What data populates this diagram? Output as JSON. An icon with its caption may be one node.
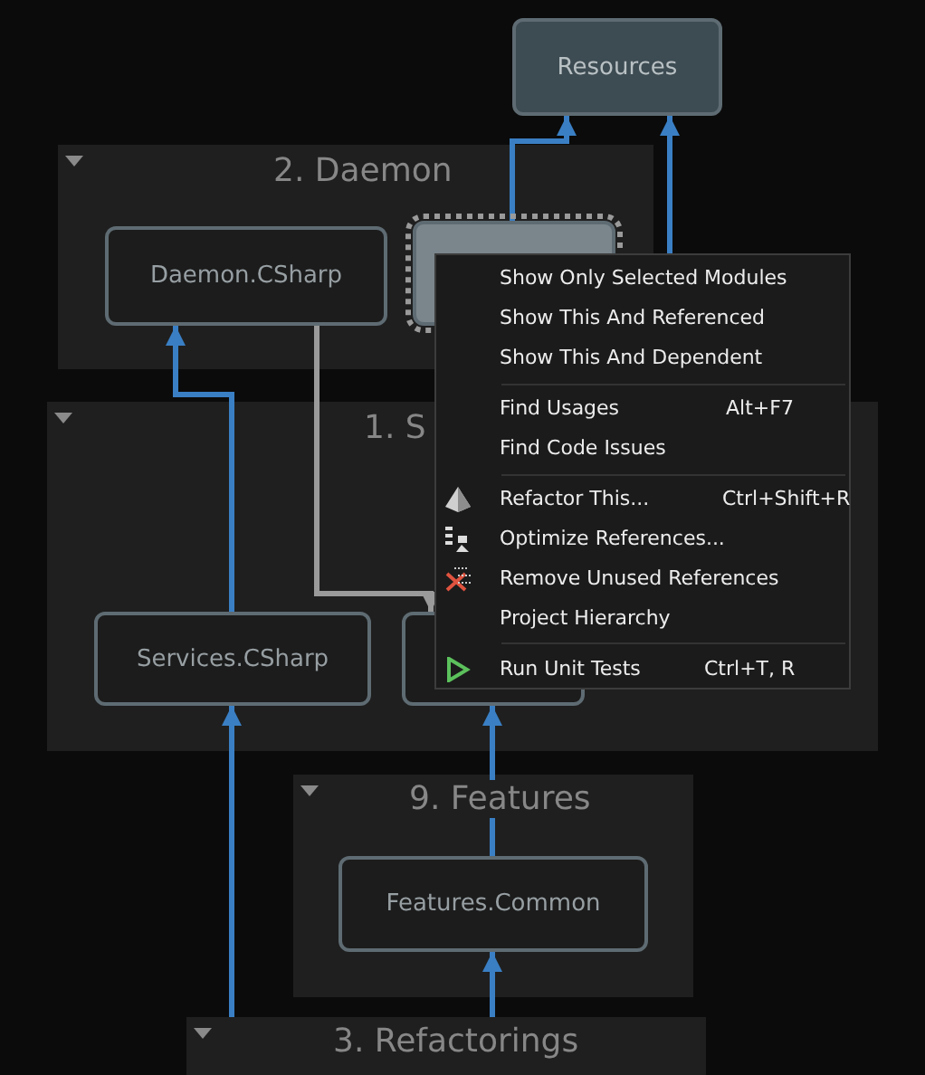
{
  "diagram": {
    "nodes": [
      {
        "text": [
          "Resources"
        ]
      },
      {
        "text": [
          "2. Daemon"
        ]
      },
      {
        "text": [
          "Daemon.CSharp"
        ],
        "in": 1
      },
      {
        "text": [],
        "shape": "box",
        "in": 1
      },
      {
        "text": [
          "1. S"
        ]
      },
      {
        "text": [
          "Services.CSharp"
        ],
        "in": 4
      },
      {
        "text": [],
        "shape": "box",
        "in": 4
      },
      {
        "text": [
          "9. Features"
        ]
      },
      {
        "text": [
          "Features.Common"
        ],
        "in": 7
      },
      {
        "text": [
          "3. Refactorings"
        ]
      }
    ],
    "edges": [
      {
        "from": 3,
        "to": 0,
        "arrow": "to"
      },
      {
        "from": 4,
        "to": 0,
        "arrow": "to"
      },
      {
        "from": 5,
        "to": 2,
        "arrow": "to"
      },
      {
        "from": 2,
        "to": 6,
        "arrow": "to",
        "color": "#9a9a9a"
      },
      {
        "from": 9,
        "to": 5,
        "arrow": "to"
      },
      {
        "from": 8,
        "to": 6,
        "arrow": "to"
      },
      {
        "from": 9,
        "to": 8,
        "arrow": "to"
      }
    ],
    "labels": [
      "Show Only Selected Modules",
      "Show This And Referenced",
      "Show This And Dependent",
      "Find Usages",
      "Alt+F7",
      "Find Code Issues",
      "Refactor This...",
      "Ctrl+Shift+R",
      "Optimize References...",
      "Remove Unused References",
      "Project Hierarchy",
      "Run Unit Tests",
      "Ctrl+T, R"
    ]
  }
}
